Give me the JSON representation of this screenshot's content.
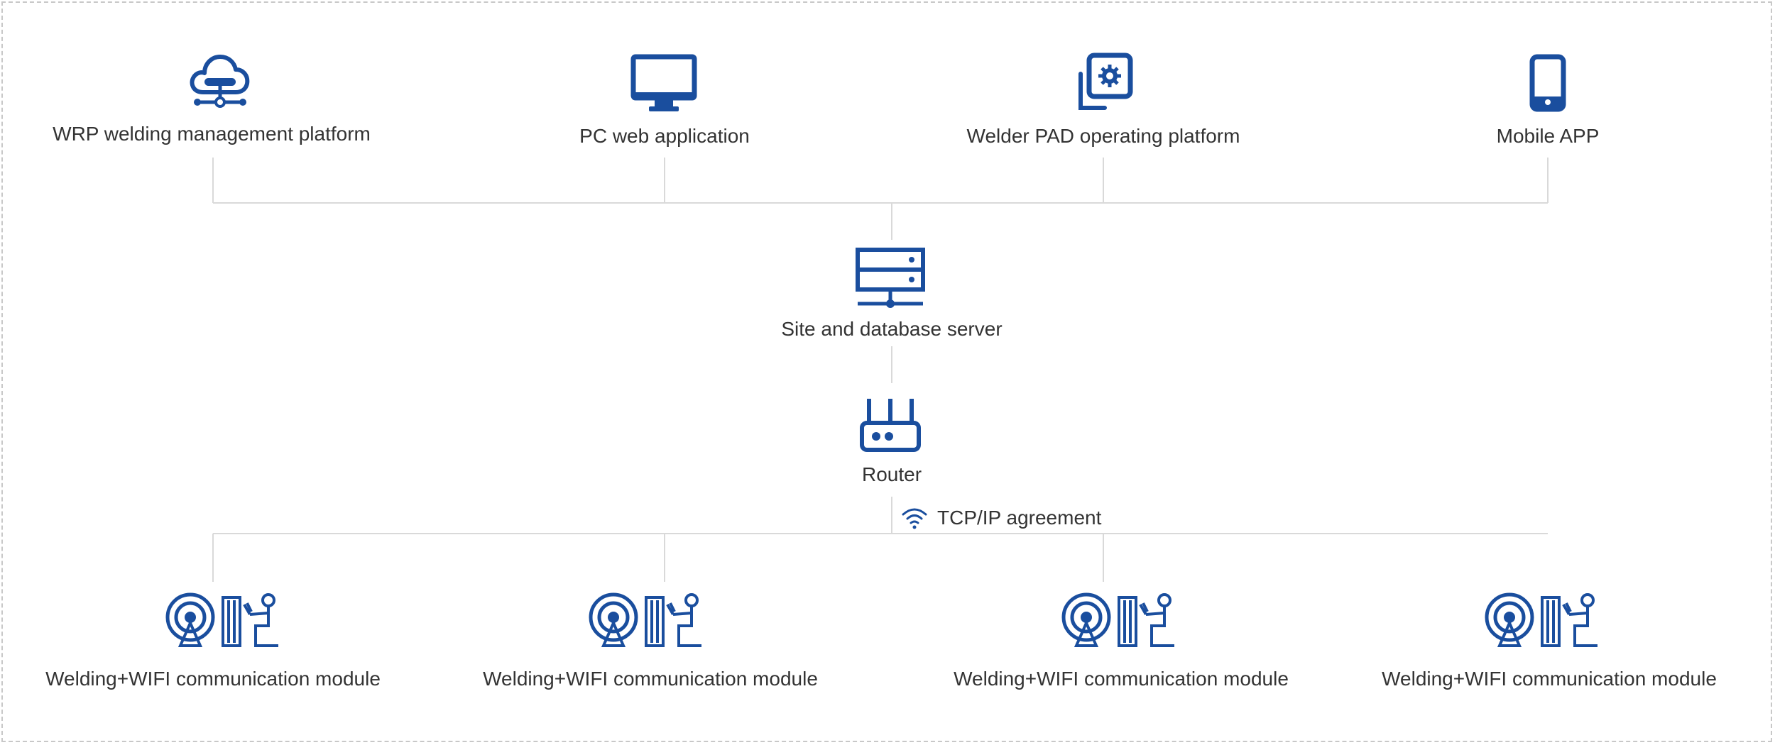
{
  "colors": {
    "icon": "#1a4e9e",
    "line": "#d9d9d9",
    "text": "#333333",
    "border": "#c8c8c8"
  },
  "top_nodes": [
    {
      "label": "WRP welding management platform",
      "icon": "cloud-network-icon"
    },
    {
      "label": "PC web application",
      "icon": "monitor-icon"
    },
    {
      "label": "Welder PAD operating platform",
      "icon": "tablet-gear-icon"
    },
    {
      "label": "Mobile APP",
      "icon": "smartphone-icon"
    }
  ],
  "server": {
    "label": "Site and database server",
    "icon": "server-icon"
  },
  "router": {
    "label": "Router",
    "icon": "router-icon"
  },
  "protocol": {
    "label": "TCP/IP agreement",
    "icon": "wifi-icon"
  },
  "bottom_nodes": [
    {
      "label": "Welding+WIFI communication module",
      "icon": "welder-antenna-icon"
    },
    {
      "label": "Welding+WIFI communication module",
      "icon": "welder-antenna-icon"
    },
    {
      "label": "Welding+WIFI communication module",
      "icon": "welder-antenna-icon"
    },
    {
      "label": "Welding+WIFI communication module",
      "icon": "welder-antenna-icon"
    }
  ]
}
